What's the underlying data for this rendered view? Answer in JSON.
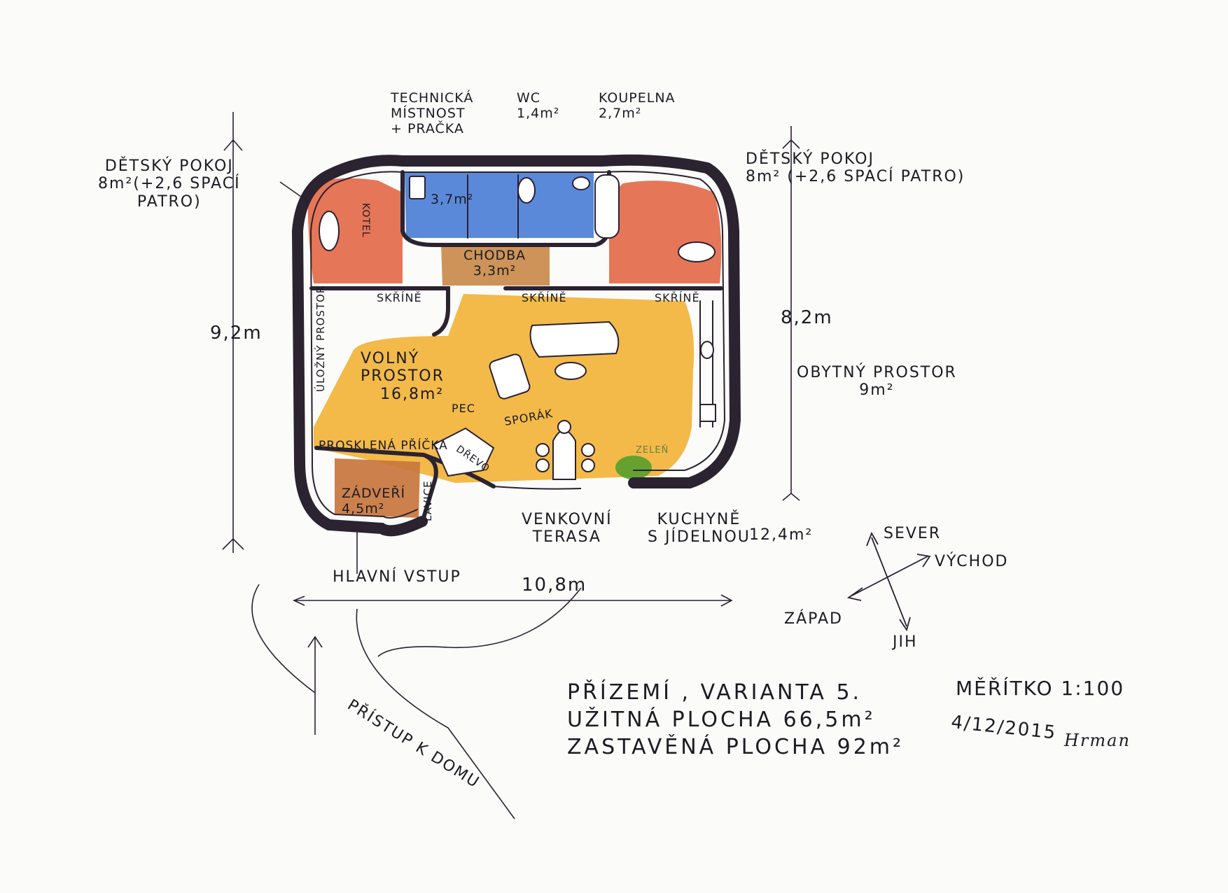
{
  "colors": {
    "paper": "#fbfbfa",
    "ink": "#2a2130",
    "wall": "#2b2330",
    "kids_room": "#e46a4a",
    "bathroom": "#4d7fd6",
    "corridor": "#c98a4a",
    "living": "#f2b43a",
    "entry": "#c8763e",
    "greenery": "#5a9e2e"
  },
  "rooms": {
    "kids_left": {
      "line1": "DĚTSKÝ POKOJ",
      "line2": "8m²(+2,6 SPACÍ",
      "line3": "PATRO)"
    },
    "kids_right": {
      "line1": "DĚTSKÝ POKOJ",
      "line2": "8m² (+2,6 SPACÍ PATRO)"
    },
    "technical": {
      "line1": "TECHNICKÁ",
      "line2": "MÍSTNOST",
      "line3": "+ PRAČKA",
      "area": "3,7m²"
    },
    "wc": {
      "name": "WC",
      "area": "1,4m²"
    },
    "bathroom": {
      "name": "KOUPELNA",
      "area": "2,7m²"
    },
    "corridor": {
      "name": "CHODBA",
      "area": "3,3m²"
    },
    "boiler": "KOTEL",
    "wardrobe": "SKŘÍNĚ",
    "storage": "ÚLOŽNÝ PROSTOR",
    "free_space": {
      "line1": "VOLNÝ",
      "line2": "PROSTOR",
      "area": "16,8m²"
    },
    "stove": "PEC",
    "cooker": "SPORÁK",
    "glass_partition": "PROSKLENÁ PŘÍČKA",
    "wood": "DŘEVO",
    "entry_hall": {
      "name": "ZÁDVEŘÍ",
      "area": "4,5m²"
    },
    "bench": "LAVICE",
    "greenery": "ZELEŇ"
  },
  "annotations": {
    "living_space": {
      "line1": "OBYTNÝ PROSTOR",
      "line2": "9m²"
    },
    "terrace": {
      "line1": "VENKOVNÍ",
      "line2": "TERASA"
    },
    "kitchen": {
      "line1": "KUCHYNĚ",
      "line2": "S JÍDELNOU",
      "area": "12,4m²"
    },
    "main_entrance": "HLAVNÍ VSTUP",
    "access": "PŘÍSTUP K DOMU"
  },
  "dimensions": {
    "left_height": "9,2m",
    "right_height": "8,2m",
    "width": "10,8m"
  },
  "compass": {
    "north": "SEVER",
    "east": "VÝCHOD",
    "west": "ZÁPAD",
    "south": "JIH"
  },
  "footer": {
    "line1": "PŘÍZEMÍ , VARIANTA 5.",
    "line2": "UŽITNÁ PLOCHA 66,5m²",
    "line3": "ZASTAVĚNÁ PLOCHA 92m²",
    "scale": "MĚŘÍTKO 1:100",
    "date": "4/12/2015",
    "signature": "Hrman"
  }
}
